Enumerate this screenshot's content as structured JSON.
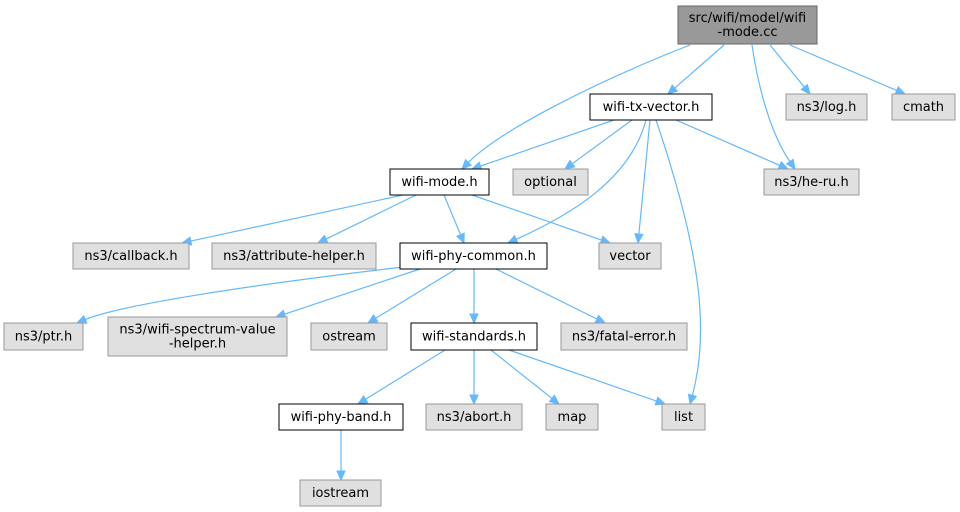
{
  "graph": {
    "colors": {
      "root_fill": "#999999",
      "root_stroke": "#666666",
      "internal_fill": "#ffffff",
      "internal_stroke": "#000000",
      "external_fill": "#e0e0e0",
      "external_stroke": "#999999",
      "edge": "#63b8ff"
    },
    "nodes": [
      {
        "id": "root",
        "kind": "root",
        "lines": [
          "src/wifi/model/wifi",
          "-mode.cc"
        ]
      },
      {
        "id": "wifi-tx-vector",
        "kind": "internal",
        "lines": [
          "wifi-tx-vector.h"
        ]
      },
      {
        "id": "log",
        "kind": "external",
        "lines": [
          "ns3/log.h"
        ]
      },
      {
        "id": "cmath",
        "kind": "external",
        "lines": [
          "cmath"
        ]
      },
      {
        "id": "wifi-mode",
        "kind": "internal",
        "lines": [
          "wifi-mode.h"
        ]
      },
      {
        "id": "optional",
        "kind": "external",
        "lines": [
          "optional"
        ]
      },
      {
        "id": "he-ru",
        "kind": "external",
        "lines": [
          "ns3/he-ru.h"
        ]
      },
      {
        "id": "callback",
        "kind": "external",
        "lines": [
          "ns3/callback.h"
        ]
      },
      {
        "id": "attribute-helper",
        "kind": "external",
        "lines": [
          "ns3/attribute-helper.h"
        ]
      },
      {
        "id": "wifi-phy-common",
        "kind": "internal",
        "lines": [
          "wifi-phy-common.h"
        ]
      },
      {
        "id": "vector",
        "kind": "external",
        "lines": [
          "vector"
        ]
      },
      {
        "id": "ptr",
        "kind": "external",
        "lines": [
          "ns3/ptr.h"
        ]
      },
      {
        "id": "wifi-spectrum-value-helper",
        "kind": "external",
        "lines": [
          "ns3/wifi-spectrum-value",
          "-helper.h"
        ]
      },
      {
        "id": "ostream",
        "kind": "external",
        "lines": [
          "ostream"
        ]
      },
      {
        "id": "wifi-standards",
        "kind": "internal",
        "lines": [
          "wifi-standards.h"
        ]
      },
      {
        "id": "fatal-error",
        "kind": "external",
        "lines": [
          "ns3/fatal-error.h"
        ]
      },
      {
        "id": "wifi-phy-band",
        "kind": "internal",
        "lines": [
          "wifi-phy-band.h"
        ]
      },
      {
        "id": "abort",
        "kind": "external",
        "lines": [
          "ns3/abort.h"
        ]
      },
      {
        "id": "map",
        "kind": "external",
        "lines": [
          "map"
        ]
      },
      {
        "id": "list",
        "kind": "external",
        "lines": [
          "list"
        ]
      },
      {
        "id": "iostream",
        "kind": "external",
        "lines": [
          "iostream"
        ]
      }
    ],
    "edges": [
      {
        "from": "root",
        "to": "wifi-mode"
      },
      {
        "from": "root",
        "to": "wifi-tx-vector"
      },
      {
        "from": "root",
        "to": "he-ru"
      },
      {
        "from": "root",
        "to": "log"
      },
      {
        "from": "root",
        "to": "cmath"
      },
      {
        "from": "wifi-tx-vector",
        "to": "wifi-mode"
      },
      {
        "from": "wifi-tx-vector",
        "to": "optional"
      },
      {
        "from": "wifi-tx-vector",
        "to": "wifi-phy-common"
      },
      {
        "from": "wifi-tx-vector",
        "to": "vector"
      },
      {
        "from": "wifi-tx-vector",
        "to": "list"
      },
      {
        "from": "wifi-tx-vector",
        "to": "he-ru"
      },
      {
        "from": "wifi-mode",
        "to": "callback"
      },
      {
        "from": "wifi-mode",
        "to": "attribute-helper"
      },
      {
        "from": "wifi-mode",
        "to": "wifi-phy-common"
      },
      {
        "from": "wifi-mode",
        "to": "vector"
      },
      {
        "from": "wifi-phy-common",
        "to": "ptr"
      },
      {
        "from": "wifi-phy-common",
        "to": "wifi-spectrum-value-helper"
      },
      {
        "from": "wifi-phy-common",
        "to": "ostream"
      },
      {
        "from": "wifi-phy-common",
        "to": "wifi-standards"
      },
      {
        "from": "wifi-phy-common",
        "to": "fatal-error"
      },
      {
        "from": "wifi-standards",
        "to": "wifi-phy-band"
      },
      {
        "from": "wifi-standards",
        "to": "abort"
      },
      {
        "from": "wifi-standards",
        "to": "map"
      },
      {
        "from": "wifi-standards",
        "to": "list"
      },
      {
        "from": "wifi-phy-band",
        "to": "iostream"
      }
    ]
  }
}
